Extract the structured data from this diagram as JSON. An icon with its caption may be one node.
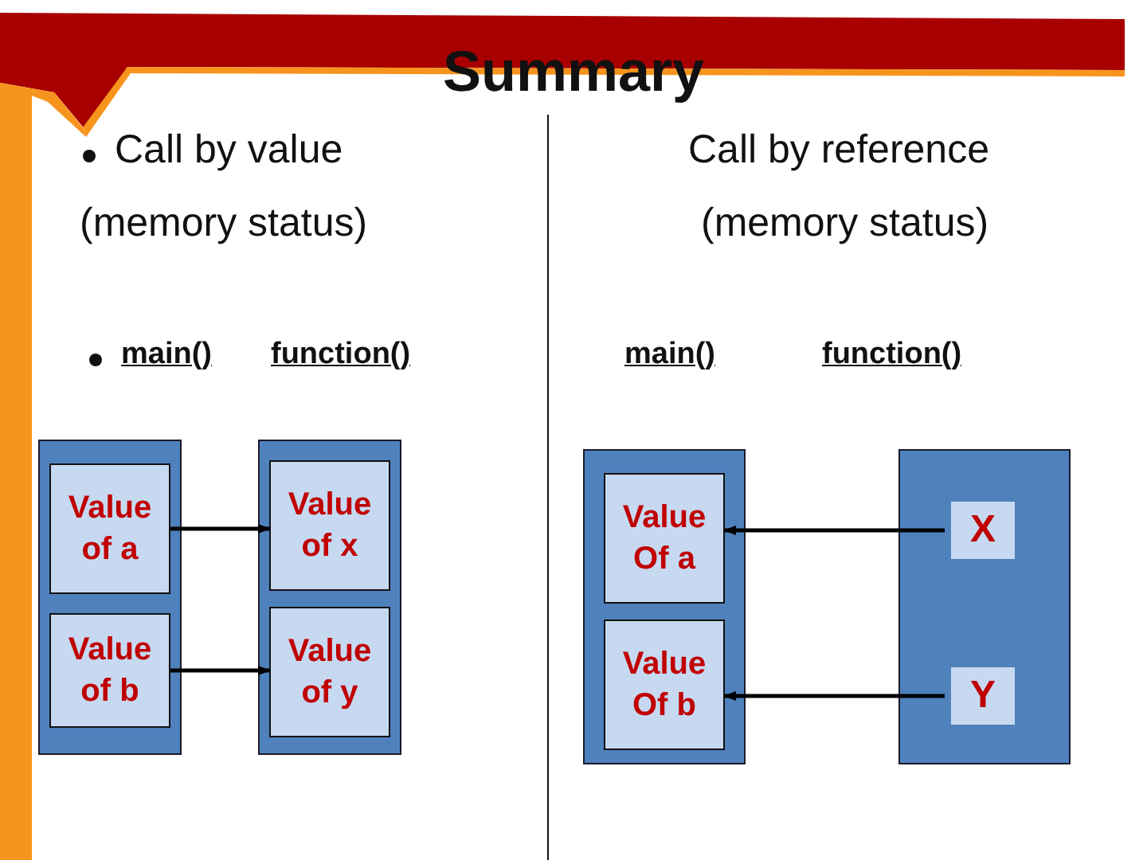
{
  "diagram": {
    "title": "Summary",
    "nodes": [
      {
        "text": [],
        "shape": "box"
      },
      {
        "text": [
          "Value of a"
        ],
        "in": 0
      },
      {
        "text": [
          "Value of b"
        ],
        "in": 0
      },
      {
        "text": [],
        "shape": "box"
      },
      {
        "text": [
          "Value of x"
        ],
        "in": 3
      },
      {
        "text": [
          "Value of y"
        ],
        "in": 3
      },
      {
        "text": [],
        "shape": "box"
      },
      {
        "text": [
          "Value Of a"
        ],
        "in": 6
      },
      {
        "text": [
          "Value Of b"
        ],
        "in": 6
      },
      {
        "text": [],
        "shape": "box"
      },
      {
        "text": [
          "X"
        ],
        "in": 9
      },
      {
        "text": [
          "Y"
        ],
        "in": 9
      }
    ],
    "edges": [
      {
        "from": 1,
        "to": 4,
        "arrow": "to"
      },
      {
        "from": 2,
        "to": 5,
        "arrow": "to"
      },
      {
        "from": 10,
        "to": 7,
        "arrow": "to"
      },
      {
        "from": 11,
        "to": 8,
        "arrow": "to"
      }
    ],
    "labels": [
      "Call by value",
      "(memory status)",
      "main()",
      "function()",
      "Call by reference",
      "(memory status)",
      "main()",
      "function()"
    ]
  }
}
